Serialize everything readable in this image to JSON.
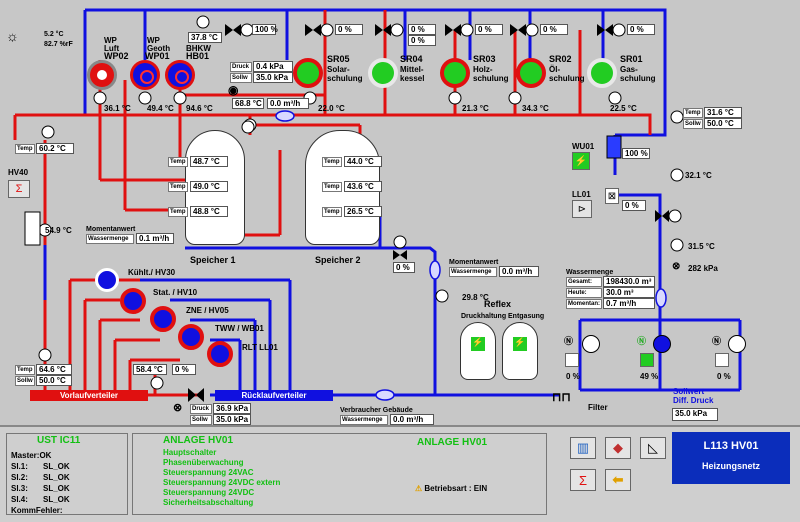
{
  "weather": {
    "temp": "5.2 °C",
    "humidity": "82.7 %rF"
  },
  "heat_sources": [
    {
      "line1": "WP",
      "line2": "Luft",
      "line3": "WP02",
      "temp": "36.1 °C"
    },
    {
      "line1": "WP",
      "line2": "Geoth",
      "line3": "WP01",
      "temp": "49.4 °C"
    },
    {
      "line1": "",
      "line2": "BHKW",
      "line3": "HB01",
      "temp": "94.6 °C"
    }
  ],
  "bhkw_temp": "37.8 °C",
  "top_valve_pct": "100 %",
  "druck": {
    "label": "Druck",
    "value": "0.4 kPa",
    "sollw_label": "Sollw",
    "sollw": "35.0 kPa"
  },
  "flow_mid": {
    "temp": "68.8 °C",
    "flow": "0.0 m³/h"
  },
  "schools": [
    {
      "id": "SR05",
      "name1": "Solar-",
      "name2": "schulung",
      "temp": "22.0 °C",
      "valve": "0 %",
      "valve2": ""
    },
    {
      "id": "SR04",
      "name1": "Mittel-",
      "name2": "kessel",
      "temp": "",
      "valve": "0 %",
      "valve2": "0 %"
    },
    {
      "id": "SR03",
      "name1": "Holz-",
      "name2": "schulung",
      "temp": "21.3 °C",
      "valve": "0 %",
      "valve2": ""
    },
    {
      "id": "SR02",
      "name1": "Öl-",
      "name2": "schulung",
      "temp": "34.3 °C",
      "valve": "0 %",
      "valve2": ""
    },
    {
      "id": "SR01",
      "name1": "Gas-",
      "name2": "schulung",
      "temp": "22.5 °C",
      "valve": "0 %",
      "valve2": ""
    }
  ],
  "right_temp_box": {
    "temp_label": "Temp",
    "temp": "31.6 °C",
    "sollw_label": "Sollw",
    "sollw": "50.0 °C"
  },
  "wu01": {
    "label": "WU01",
    "pct": "100 %"
  },
  "ll01": {
    "label": "LL01",
    "pct": "0 %"
  },
  "right_temps": {
    "t1": "32.1 °C",
    "t2": "31.5 °C",
    "pressure": "282 kPa"
  },
  "hv40": {
    "label": "HV40",
    "temp": "54.9 °C",
    "temp_label": "Temp",
    "top_temp": "60.2 °C"
  },
  "speicher1": {
    "label": "Speicher 1",
    "temps": [
      "48.7 °C",
      "49.0 °C",
      "48.8 °C"
    ]
  },
  "speicher2": {
    "label": "Speicher 2",
    "temps": [
      "44.0 °C",
      "43.6 °C",
      "26.5 °C"
    ]
  },
  "temp_label": "Temp",
  "moment1": {
    "title": "Momentanwert",
    "label": "Wassermenge",
    "value": "0.1 m³/h"
  },
  "moment2": {
    "title": "Momentanwert",
    "label": "Wassermenge",
    "value": "0.0 m³/h"
  },
  "valve_mid_pct": "0 %",
  "reflex": {
    "title": "Reflex",
    "sub1": "Druckhaltung",
    "sub2": "Entgasung",
    "temp": "29.8 °C"
  },
  "wassermenge": {
    "title": "Wassermenge",
    "rows": [
      {
        "label": "Gesamt:",
        "value": "198430.0 m³"
      },
      {
        "label": "Heute:",
        "value": "30.0 m³"
      },
      {
        "label": "Momentan:",
        "value": "0.7 m³/h"
      }
    ]
  },
  "consumers": [
    {
      "label": "Kühlt./ HV30"
    },
    {
      "label": "Stat. / HV10"
    },
    {
      "label": "ZNE / HV05"
    },
    {
      "label": "TWW / WB01"
    },
    {
      "label": "RLT LL01"
    }
  ],
  "vorlauf_box": {
    "temp_label": "Temp",
    "temp": "64.6 °C",
    "sollw_label": "Sollw",
    "sollw": "50.0 °C"
  },
  "vorlauf_temp2": "58.4 °C",
  "vorlauf_valve": "0 %",
  "vorlaufverteiler": "Vorlaufverteiler",
  "ruecklaufverteiler": "Rücklaufverteiler",
  "druck_bottom": {
    "label": "Druck",
    "value": "36.9 kPa",
    "sollw_label": "Sollw",
    "sollw": "35.0 kPa"
  },
  "verbraucher": {
    "title": "Verbraucher Gebäude",
    "label": "Wassermenge",
    "value": "0.0 m³/h"
  },
  "pumps": [
    {
      "pct": "0 %"
    },
    {
      "pct": "49 %"
    },
    {
      "pct": "0 %"
    }
  ],
  "filter": "Filter",
  "sollwert": {
    "l1": "Sollwert",
    "l2": "Diff. Druck",
    "value": "35.0 kPa"
  },
  "status_ust": {
    "title": "UST IC11",
    "rows": [
      {
        "label": "Master:",
        "value": "OK"
      },
      {
        "label": "Sl.1:",
        "value": "SL_OK"
      },
      {
        "label": "Sl.2:",
        "value": "SL_OK"
      },
      {
        "label": "Sl.3:",
        "value": "SL_OK"
      },
      {
        "label": "Sl.4:",
        "value": "SL_OK"
      },
      {
        "label": "KommFehler:",
        "value": ""
      }
    ]
  },
  "anlage": {
    "title": "ANLAGE HV01",
    "items": [
      "Hauptschalter",
      "Phasenüberwachung",
      "Steuerspannung 24VAC",
      "Steuerspannung 24VDC extern",
      "Steuerspannung 24VDC",
      "Sicherheitsabschaltung"
    ]
  },
  "anlage2": {
    "title": "ANLAGE HV01",
    "betrieb": "Betriebsart : EIN"
  },
  "plant": {
    "id": "L113 HV01",
    "name": "Heizungsnetz"
  },
  "colors": {
    "blue": "#1010e0",
    "red": "#e01010",
    "green": "#22cc22",
    "title_bg": "#0b2dbb"
  }
}
